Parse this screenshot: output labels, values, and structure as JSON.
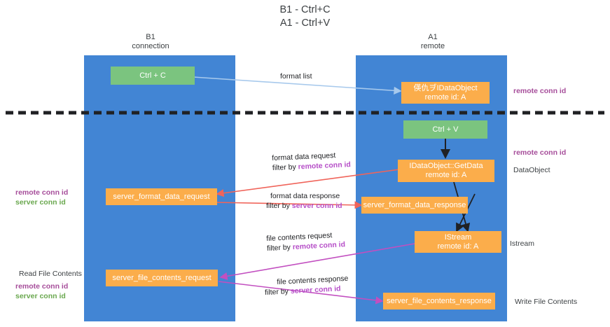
{
  "title": {
    "line1": "B1 - Ctrl+C",
    "line2": "A1 - Ctrl+V"
  },
  "columns": [
    {
      "name": "B1",
      "role": "connection"
    },
    {
      "name": "A1",
      "role": "remote"
    }
  ],
  "nodes": {
    "ctrl_c": {
      "label": "Ctrl + C"
    },
    "idataobject": {
      "line1": "偀仇ヺIDataObject",
      "line2": "remote id: A"
    },
    "ctrl_v": {
      "label": "Ctrl + V"
    },
    "getdata": {
      "line1": "IDataObject::GetData",
      "line2": "remote id: A"
    },
    "server_format_data_request": {
      "label": "server_format_data_request"
    },
    "server_format_data_response": {
      "label": "server_format_data_response"
    },
    "istream": {
      "line1": "IStream",
      "line2": "remote id: A"
    },
    "server_file_contents_request": {
      "label": "server_file_contents_request"
    },
    "server_file_contents_response": {
      "label": "server_file_contents_response"
    }
  },
  "edge_labels": {
    "format_list": {
      "text": "format list"
    },
    "format_data_request": {
      "text": "format data request",
      "filter_prefix": "filter by ",
      "filter_key": "remote conn id"
    },
    "format_data_response": {
      "text": "format data response",
      "filter_prefix": "filter by ",
      "filter_key": "server conn id"
    },
    "file_contents_request": {
      "text": "file contents request",
      "filter_prefix": "filter by ",
      "filter_key": "remote conn id"
    },
    "file_contents_response": {
      "text": "file contents response",
      "filter_prefix": "filter by ",
      "filter_key": "server conn id"
    }
  },
  "annotations": {
    "right_remote_conn_id_top": "remote conn id",
    "right_remote_conn_id_mid": "remote conn id",
    "right_dataobject": "DataObject",
    "right_istream": "Istream",
    "right_write_file_contents": "Write File Contents",
    "left_remote_conn_id": "remote conn id",
    "left_server_conn_id": "server conn id",
    "left_read_file_contents": "Read File Contents",
    "left_remote_conn_id_2": "remote conn id",
    "left_server_conn_id_2": "server conn id"
  },
  "colors": {
    "lane": "#4285d4",
    "green_node": "#7bc47f",
    "orange_node": "#fbad4b",
    "purple_text": "#b64fc8",
    "green_text": "#6aa84f",
    "arrow_blue": "#a7c9ec",
    "arrow_red": "#f0645a",
    "arrow_magenta": "#c24fc0",
    "arrow_black": "#202124",
    "divider": "#202124"
  }
}
